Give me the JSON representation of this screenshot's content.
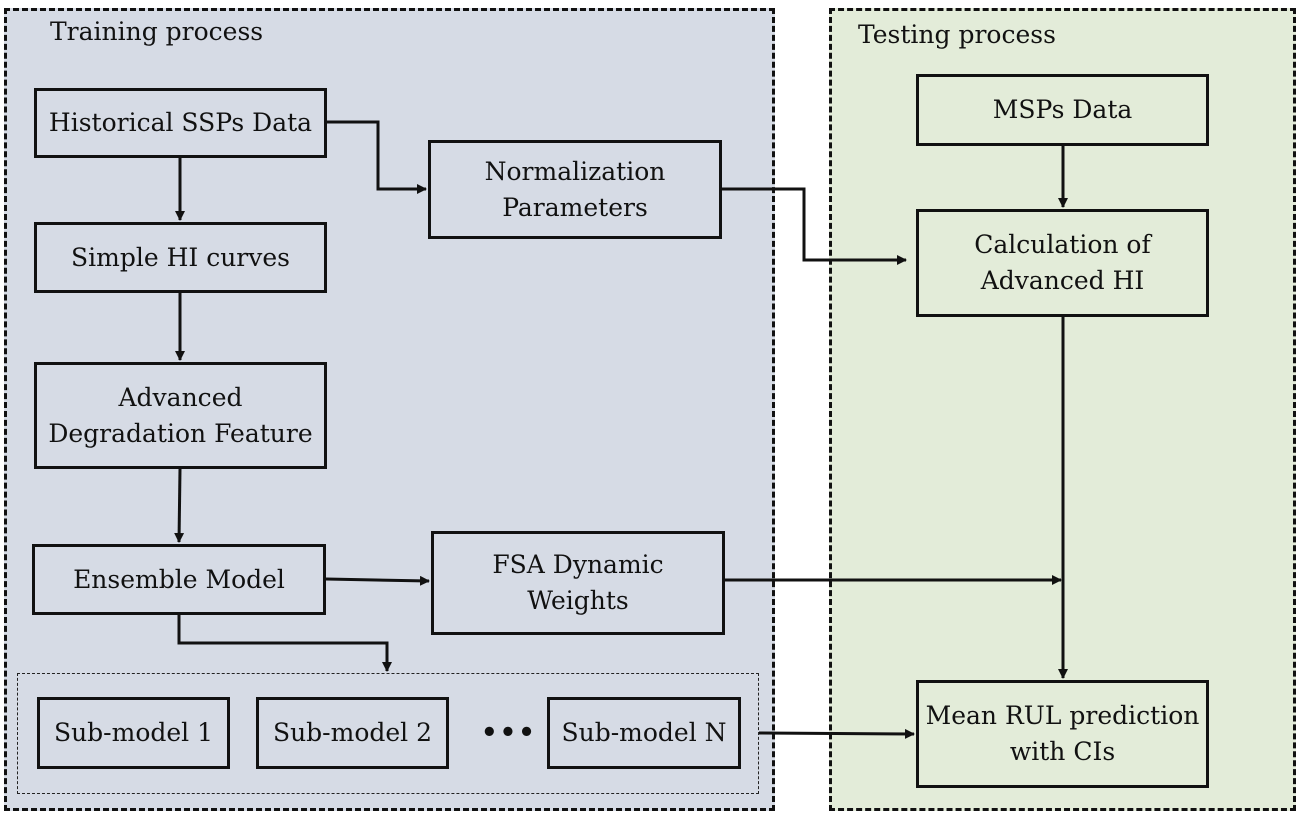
{
  "training": {
    "title": "Training process",
    "historical": "Historical SSPs Data",
    "simple_hi": "Simple HI curves",
    "advanced": [
      "Advanced",
      "Degradation Feature"
    ],
    "ensemble": "Ensemble Model",
    "normalization": [
      "Normalization",
      "Parameters"
    ],
    "fsa": [
      "FSA Dynamic",
      "Weights"
    ],
    "submodels": [
      "Sub-model 1",
      "Sub-model 2",
      "Sub-model N"
    ],
    "ellipsis": "•••"
  },
  "testing": {
    "title": "Testing process",
    "msps": "MSPs Data",
    "calculation": [
      "Calculation of",
      "Advanced HI"
    ],
    "mean_rul": [
      "Mean RUL prediction",
      "with CIs"
    ]
  },
  "colors": {
    "training_bg": "#d6dbe5",
    "testing_bg": "#e3ecd9",
    "stroke": "#111111"
  }
}
